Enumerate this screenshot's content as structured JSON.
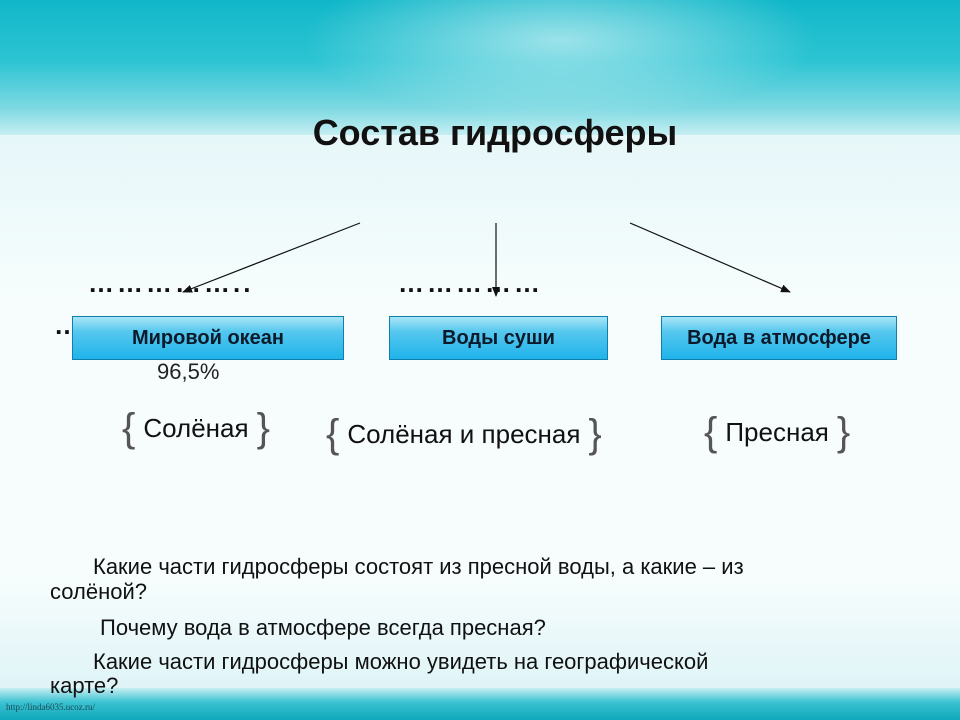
{
  "title": "Состав гидросферы",
  "dots": {
    "left": "……………..",
    "middle": "……………",
    "leftcut": "…"
  },
  "boxes": {
    "ocean": "Мировой океан",
    "land": "Воды суши",
    "atmosphere": "Вода в атмосфере"
  },
  "ocean_percent": "96,5%",
  "water_types": {
    "ocean": "Солёная",
    "land": "Солёная и пресная",
    "atmosphere": "Пресная"
  },
  "questions": {
    "q1_line1": "Какие части гидросферы состоят из пресной воды, а какие –  из",
    "q1_line2": "солёной?",
    "q2": "Почему вода в атмосфере всегда пресная?",
    "q3_line1": "Какие части гидросферы можно увидеть на географической",
    "q3_line2": "карте?"
  },
  "footer_url": "http://linda6035.ucoz.ru/"
}
